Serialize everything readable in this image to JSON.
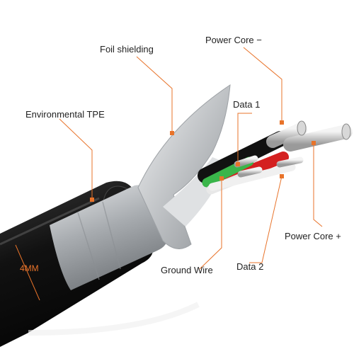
{
  "labels": {
    "foil_shielding": "Foil shielding",
    "power_core_minus": "Power Core −",
    "environmental_tpe": "Environmental TPE",
    "data_1": "Data 1",
    "power_core_plus": "Power Core +",
    "ground_wire": "Ground Wire",
    "data_2": "Data 2",
    "diameter": "4MM"
  },
  "colors": {
    "leader": "#e8732a",
    "jacket": "#151515",
    "foil": "#c9cbcd",
    "wire_black": "#111111",
    "wire_red": "#d42020",
    "wire_green": "#3ab54a",
    "wire_white": "#e8e8e8"
  }
}
